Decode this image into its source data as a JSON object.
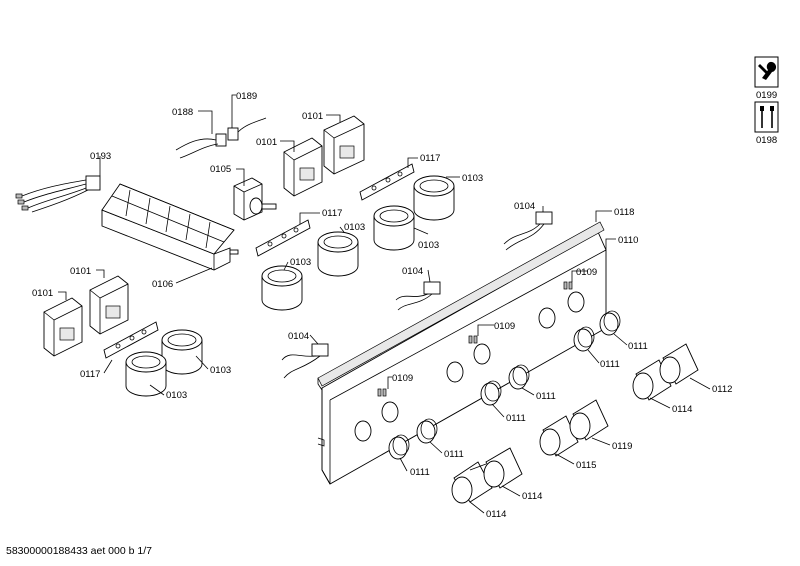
{
  "footer": {
    "doc_id": "58300000188433 aet 000 b 1/7"
  },
  "icons": {
    "service_tool": {
      "name": "wrench-screwdriver-icon",
      "code": "0199"
    },
    "screws": {
      "name": "screws-icon",
      "code": "0198"
    }
  },
  "labels": {
    "l188": "0188",
    "l189": "0189",
    "l193": "0193",
    "l105": "0105",
    "l101a": "0101",
    "l101b": "0101",
    "l101c": "0101",
    "l101d": "0101",
    "l117a": "0117",
    "l117b": "0117",
    "l117c": "0117",
    "l103a": "0103",
    "l103b": "0103",
    "l103c": "0103",
    "l103d": "0103",
    "l103e": "0103",
    "l103f": "0103",
    "l106": "0106",
    "l104a": "0104",
    "l104b": "0104",
    "l104c": "0104",
    "l118": "0118",
    "l110": "0110",
    "l109a": "0109",
    "l109b": "0109",
    "l109c": "0109",
    "l111a": "0111",
    "l111b": "0111",
    "l111c": "0111",
    "l111d": "0111",
    "l111e": "0111",
    "l111f": "0111",
    "l112": "0112",
    "l114a": "0114",
    "l114b": "0114",
    "l114c": "0114",
    "l115": "0115",
    "l119": "0119"
  }
}
